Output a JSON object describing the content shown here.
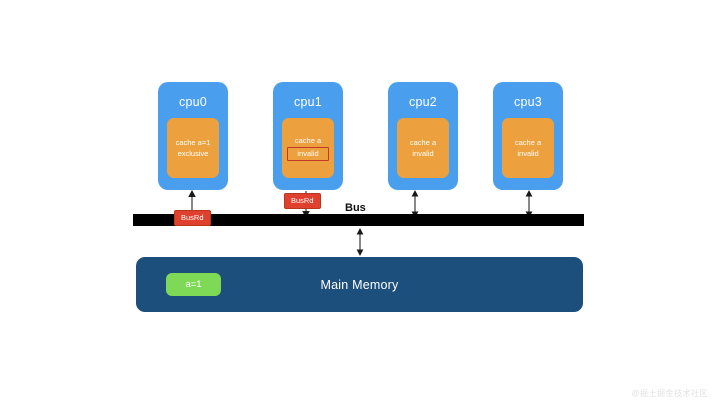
{
  "diagram": {
    "bus": {
      "label": "Bus"
    },
    "memory": {
      "title": "Main Memory",
      "value_badge": "a=1"
    },
    "cpus": [
      {
        "name": "cpu0",
        "cache_lines": [
          "cache a=1",
          "exclusive"
        ],
        "highlighted_line": null,
        "arrow": "up",
        "bus_message": "BusRd"
      },
      {
        "name": "cpu1",
        "cache_lines": [
          "cache a"
        ],
        "highlighted_line": "invalid",
        "arrow": "down",
        "bus_message": "BusRd"
      },
      {
        "name": "cpu2",
        "cache_lines": [
          "cache a",
          "invalid"
        ],
        "highlighted_line": null,
        "arrow": "both",
        "bus_message": null
      },
      {
        "name": "cpu3",
        "cache_lines": [
          "cache a",
          "invalid"
        ],
        "highlighted_line": null,
        "arrow": "both",
        "bus_message": null
      }
    ],
    "memory_link_arrow": "both"
  },
  "colors": {
    "cpu_block": "#4a9eee",
    "cache_block": "#eda13e",
    "bus_bar": "#000000",
    "main_memory": "#1d4f7c",
    "value_badge": "#7ed957",
    "bus_message": "#e0412f",
    "highlight_border": "#c0392b",
    "canvas": "#ffffff"
  },
  "watermark": {
    "text": "@掘土掘金技术社区"
  }
}
